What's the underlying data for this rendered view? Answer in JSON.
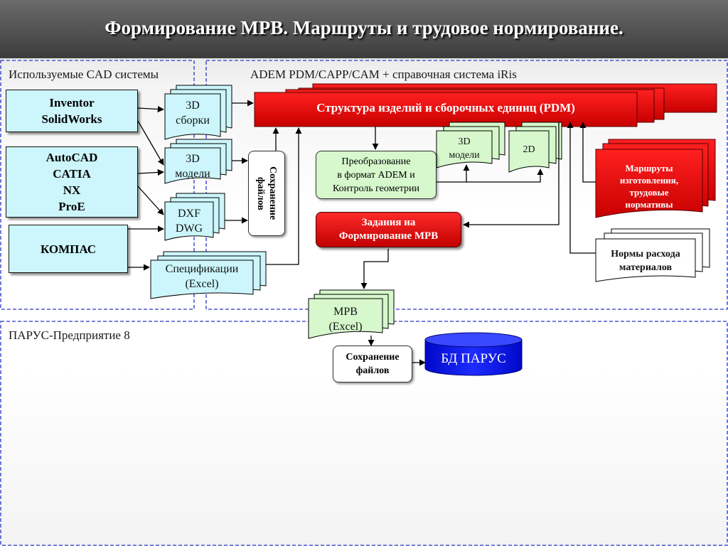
{
  "title": "Формирование МРВ.  Маршруты и трудовое нормирование.",
  "sections": {
    "cad": "Используемые CAD системы",
    "adem": "ADEM PDM/CAPP/CAM + справочная система iRis",
    "parus": "ПАРУС-Предприятие 8"
  },
  "cad_systems": {
    "inventor": "Inventor\nSolidWorks",
    "autocad": "AutoCAD\nCATIA\nNX\nProE",
    "kompas": "КОМПАС"
  },
  "documents": {
    "assemblies_3d": "3D\nсборки",
    "models_3d": "3D\nмодели",
    "dxf_dwg": "DXF\nDWG",
    "specs": "Спецификации\n(Excel)",
    "pdm_models_3d": "3D\nмодели",
    "pdm_2d": "2D",
    "mrv_excel": "МРВ\n(Excel)",
    "material_norms": "Нормы расхода\nматериалов"
  },
  "nodes": {
    "save_files_vertical": "Сохранение\nфайлов",
    "pdm_structure": "Структура изделий и сборочных единиц (PDM)",
    "conversion": "Преобразование\nв формат ADEM и\nКонтроль геометрии",
    "mrv_tasks": "Задания на\nФормирование МРВ",
    "routes": "Маршруты\nизготовления,\nтрудовые\nнормативы",
    "save_files": "Сохранение\nфайлов",
    "db_parus": "БД ПАРУС"
  },
  "colors": {
    "cad_fill": "#ccf6fb",
    "doc_fill": "#ccf6fb",
    "green_fill": "#d6f8cc",
    "red": "#e00000",
    "db_blue": "#0a14e6",
    "dash": "#2a35c8"
  }
}
